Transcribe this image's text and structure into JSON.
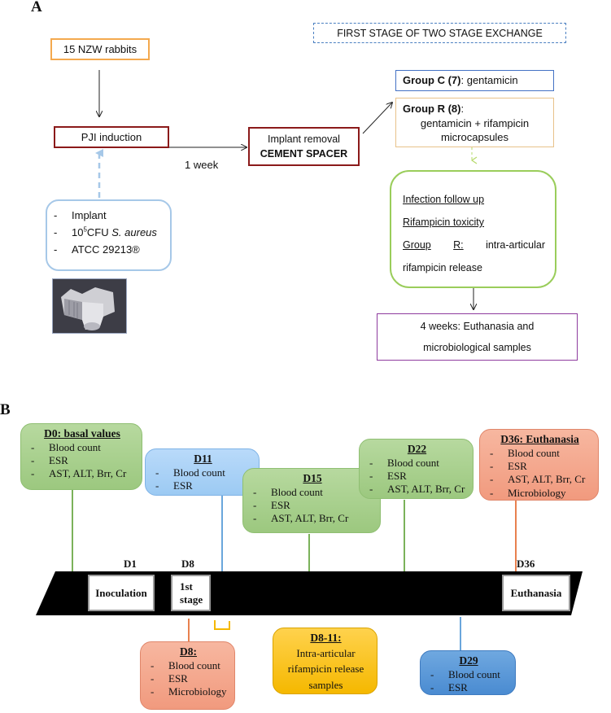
{
  "panel_a": {
    "letter": "A",
    "stage_title": "FIRST STAGE OF TWO STAGE EXCHANGE",
    "rabbits": "15 NZW rabbits",
    "pji": "PJI induction",
    "week": "1 week",
    "removal_line1": "Implant removal",
    "removal_line2": "CEMENT SPACER",
    "group_c_bold": "Group C (7)",
    "group_c_rest": ": gentamicin",
    "group_r_bold": "Group R (8)",
    "group_r_colon": ":",
    "group_r_line2": "gentamicin + rifampicin",
    "group_r_line3": "microcapsules",
    "implant_items": {
      "item1": "Implant",
      "item2_pre": "10",
      "item2_sup": "5",
      "item2_mid": "CFU ",
      "item2_ital": "S. aureus",
      "item3": "ATCC 29213®"
    },
    "follow": {
      "line1": "Infection follow up",
      "line2": "Rifampicin toxicity",
      "line3_a": "Group",
      "line3_b": "R:",
      "line3_c": "intra-articular",
      "line4": "rifampicin release"
    },
    "euth_line1": "4 weeks: Euthanasia and",
    "euth_line2": "microbiological samples"
  },
  "panel_b": {
    "letter": "B",
    "d0": {
      "title": "D0: basal values",
      "items": [
        "Blood count",
        "ESR",
        "AST, ALT, Brr, Cr"
      ]
    },
    "d11": {
      "title": "D11",
      "items": [
        "Blood count",
        "ESR"
      ]
    },
    "d15": {
      "title": "D15",
      "items": [
        "Blood count",
        "ESR",
        "AST, ALT, Brr, Cr"
      ]
    },
    "d22": {
      "title": "D22",
      "items": [
        "Blood count",
        "ESR",
        "AST, ALT, Brr, Cr"
      ]
    },
    "d36": {
      "title": "D36: Euthanasia",
      "items": [
        "Blood count",
        "ESR",
        "AST, ALT, Brr, Cr",
        "Microbiology"
      ]
    },
    "d8": {
      "title": "D8:",
      "items": [
        "Blood count",
        "ESR",
        "Microbiology"
      ]
    },
    "d811": {
      "title": "D8-11:",
      "line1": "Intra-articular",
      "line2": "rifampicin release",
      "line3": "samples"
    },
    "d29": {
      "title": "D29",
      "items": [
        "Blood count",
        "ESR"
      ]
    },
    "day_labels": {
      "d1": "D1",
      "d8": "D8",
      "d36": "D36"
    },
    "stages": {
      "inoculation": "Inoculation",
      "first_stage_1": "1st",
      "first_stage_2": "stage",
      "euthanasia": "Euthanasia"
    }
  },
  "colors": {
    "orange": "#f4a94e",
    "dark_red": "#8b1a1a",
    "light_blue": "#a6c8e8",
    "blue": "#4472c4",
    "green": "#9acd5b",
    "tan": "#e8c28a",
    "purple": "#8e3b9e",
    "timeline_black": "#000000"
  }
}
